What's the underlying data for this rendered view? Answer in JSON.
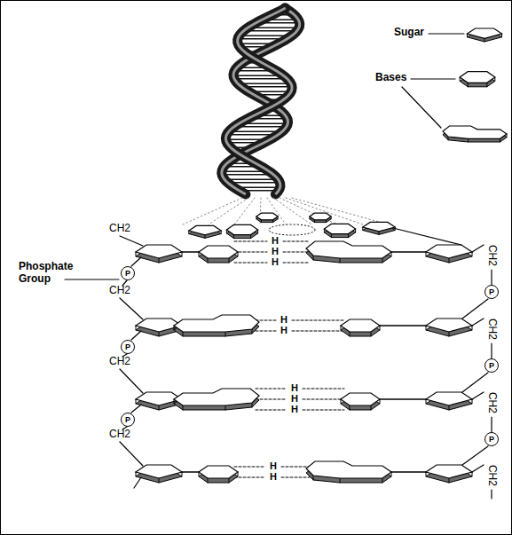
{
  "diagram": {
    "nodes": [
      {
        "text": [
          "P"
        ]
      },
      {
        "text": [
          "P"
        ]
      },
      {
        "text": [
          "P"
        ]
      },
      {
        "text": [
          "P"
        ]
      },
      {
        "text": [
          "P"
        ]
      },
      {
        "text": [
          "P"
        ]
      }
    ],
    "labels": [
      "Sugar",
      "Bases",
      "Phosphate Group",
      "CH2",
      "H",
      "H",
      "H",
      "CH2",
      "CH2",
      "H",
      "H",
      "CH2",
      "CH2",
      "H",
      "H",
      "H",
      "CH2",
      "CH2",
      "H",
      "H",
      "CH2"
    ]
  }
}
